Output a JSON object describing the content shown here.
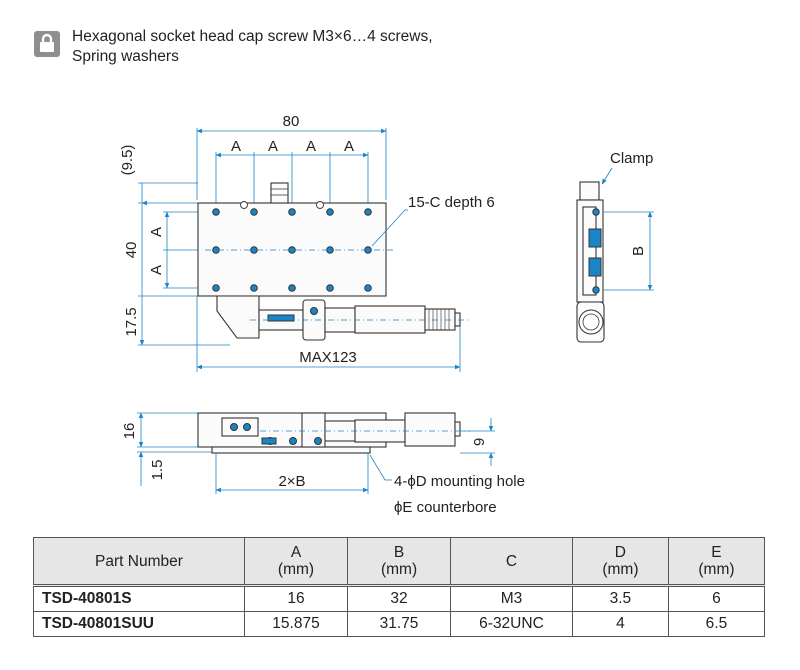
{
  "note": {
    "line1": "Hexagonal socket head cap screw M3×6…4 screws,",
    "line2": "Spring washers",
    "icon": "lock-icon"
  },
  "top_view": {
    "width_label": "80",
    "pitch_labels": [
      "A",
      "A",
      "A",
      "A"
    ],
    "offset_label": "(9.5)",
    "height_label": "40",
    "vertical_pitch_labels": [
      "A",
      "A"
    ],
    "bottom_label": "17.5",
    "overall_label": "MAX123",
    "holes_label": "15-C depth 6"
  },
  "side_view": {
    "clamp_label": "Clamp",
    "b_label": "B"
  },
  "front_view": {
    "height_label": "16",
    "base_label": "1.5",
    "span_label": "2×B",
    "axis_label": "9",
    "mount_label": "4-ϕD mounting hole",
    "counterbore_label": "ϕE counterbore"
  },
  "table": {
    "headers": [
      {
        "line1": "Part Number",
        "line2": ""
      },
      {
        "line1": "A",
        "line2": "(mm)"
      },
      {
        "line1": "B",
        "line2": "(mm)"
      },
      {
        "line1": "C",
        "line2": ""
      },
      {
        "line1": "D",
        "line2": "(mm)"
      },
      {
        "line1": "E",
        "line2": "(mm)"
      }
    ],
    "rows": [
      {
        "part": "TSD-40801S",
        "a": "16",
        "b": "32",
        "c": "M3",
        "d": "3.5",
        "e": "6"
      },
      {
        "part": "TSD-40801SUU",
        "a": "15.875",
        "b": "31.75",
        "c": "6-32UNC",
        "d": "4",
        "e": "6.5"
      }
    ]
  }
}
